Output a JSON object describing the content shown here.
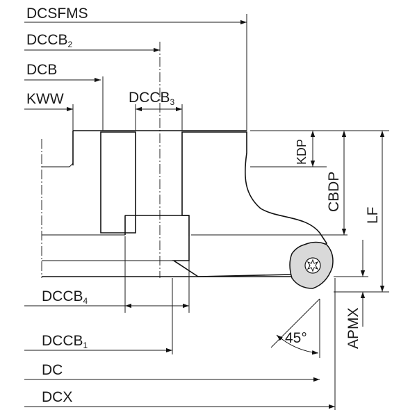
{
  "labels": {
    "dcsfms": "DCSFMS",
    "dccb2": "DCCB",
    "dccb2_sub": "2",
    "dcb": "DCB",
    "kww": "KWW",
    "dccb3": "DCCB",
    "dccb3_sub": "3",
    "kdp": "KDP",
    "cbdp": "CBDP",
    "lf": "LF",
    "dccb4": "DCCB",
    "dccb4_sub": "4",
    "apmx": "APMX",
    "angle": "45°",
    "dccb1": "DCCB",
    "dccb1_sub": "1",
    "dc": "DC",
    "dcx": "DCX"
  },
  "icons": {
    "insert_screw": "torx-screw-icon"
  },
  "colors": {
    "line": "#111111",
    "insert_fill": "#d9d9d9",
    "background": "#ffffff"
  }
}
